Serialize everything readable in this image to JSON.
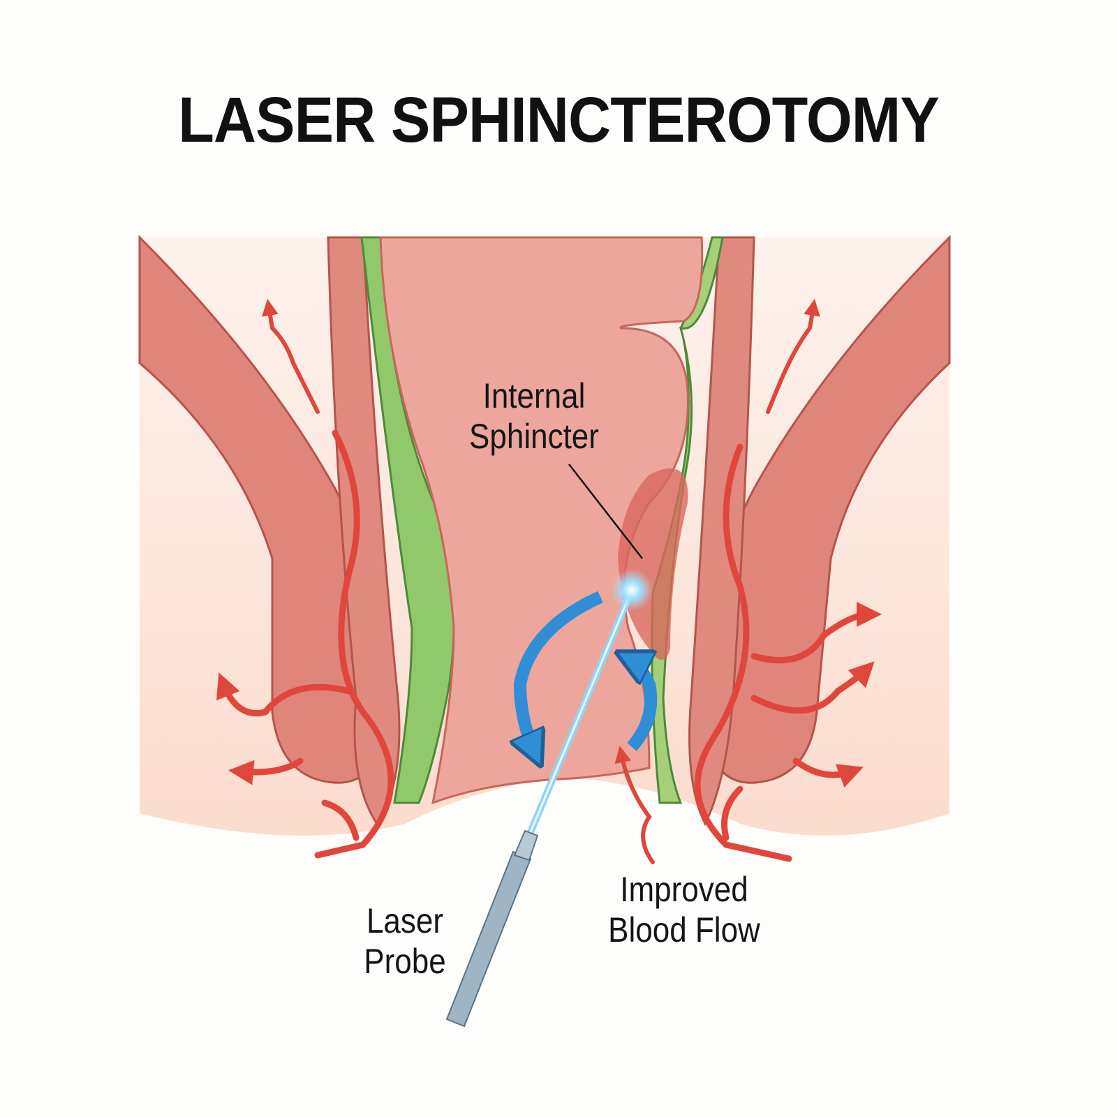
{
  "title": "LASER SPHINCTEROTOMY",
  "labels": {
    "internal_sphincter": [
      "Internal",
      "Sphincter"
    ],
    "laser_probe": [
      "Laser",
      "Probe"
    ],
    "improved_blood_flow": [
      "Improved",
      "Blood Flow"
    ]
  },
  "colors": {
    "skin": "#fbe2d6",
    "muscle": "#dd7c70",
    "mucosa": "#eda69b",
    "fat_layer": "#8fc56a",
    "vessel": "#e0463c",
    "arrow_blue": "#2f8fd6",
    "laser": "#8fd4f4"
  }
}
